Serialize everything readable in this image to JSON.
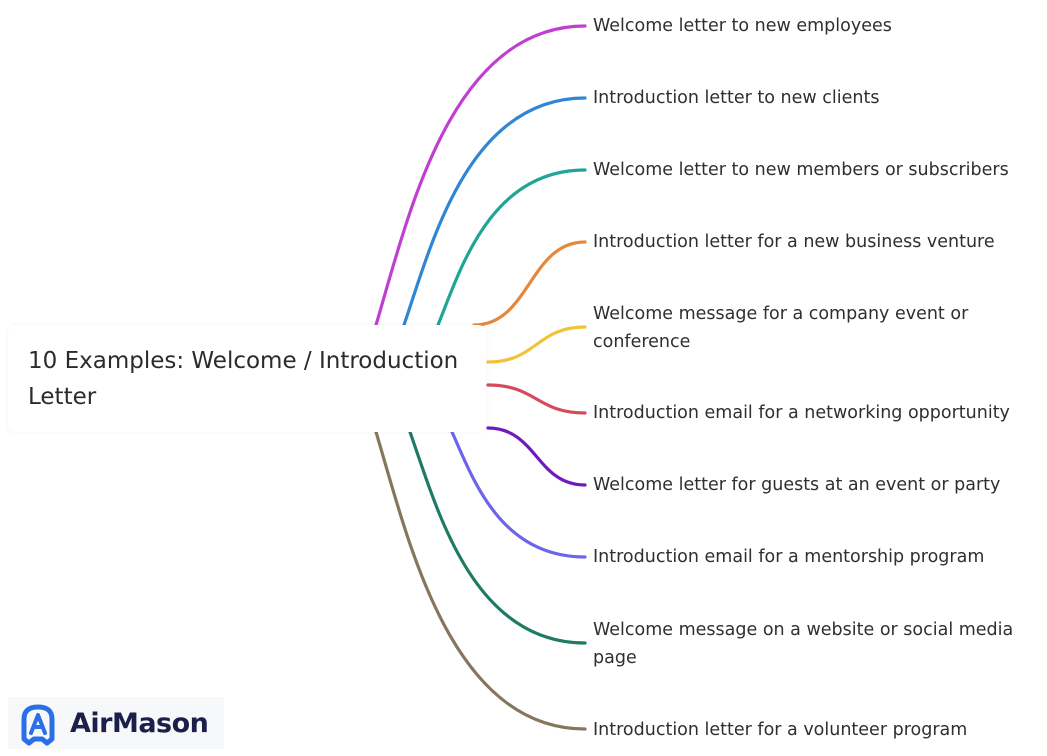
{
  "root": {
    "title": "10 Examples: Welcome / Introduction Letter"
  },
  "branches": [
    {
      "label": "Welcome letter to new employees",
      "color": "#c03fd1"
    },
    {
      "label": "Introduction letter to new clients",
      "color": "#2f86d4"
    },
    {
      "label": "Welcome letter to new members or subscribers",
      "color": "#1fa596"
    },
    {
      "label": "Introduction letter for a new business venture",
      "color": "#e5883c"
    },
    {
      "label": "Welcome message for a company event or conference",
      "color": "#f2c335"
    },
    {
      "label": "Introduction email for a networking opportunity",
      "color": "#d34b5c"
    },
    {
      "label": "Welcome letter for guests at an event or party",
      "color": "#7019c1"
    },
    {
      "label": "Introduction email for a mentorship program",
      "color": "#6e64eb"
    },
    {
      "label": "Welcome message on a website or social media page",
      "color": "#1f7a64"
    },
    {
      "label": "Introduction letter for a volunteer program",
      "color": "#86765c"
    }
  ],
  "logo": {
    "text": "AirMason",
    "icon": "airmason-logo-icon",
    "color": "#2a6fe8"
  }
}
